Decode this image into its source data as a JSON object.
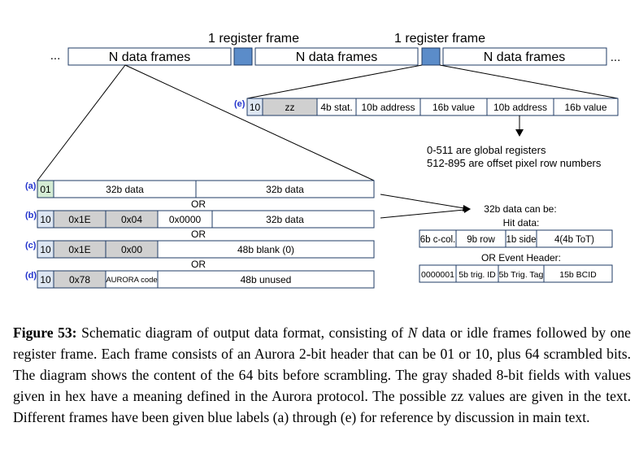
{
  "top": {
    "register_label_1": "1 register frame",
    "register_label_2": "1 register frame",
    "ellipsis_left": "...",
    "ellipsis_right": "...",
    "data_frames_1": "N data frames",
    "data_frames_2": "N data frames",
    "data_frames_3": "N data frames"
  },
  "frame_e": {
    "tag": "(e)",
    "cells": [
      "10",
      "zz",
      "4b stat.",
      "10b address",
      "16b value",
      "10b address",
      "16b value"
    ]
  },
  "register_note": {
    "line1": "0-511 are global registers",
    "line2": "512-895 are offset pixel row numbers"
  },
  "frame_a": {
    "tag": "(a)",
    "cells": [
      "01",
      "32b data",
      "32b data"
    ]
  },
  "or_labels": [
    "OR",
    "OR",
    "OR"
  ],
  "frame_b": {
    "tag": "(b)",
    "cells": [
      "10",
      "0x1E",
      "0x04",
      "0x0000",
      "32b data"
    ]
  },
  "frame_c": {
    "tag": "(c)",
    "cells": [
      "10",
      "0x1E",
      "0x00",
      "48b blank (0)"
    ]
  },
  "frame_d": {
    "tag": "(d)",
    "cells": [
      "10",
      "0x78",
      "AURORA code",
      "48b unused"
    ]
  },
  "data_can_be": {
    "title": "32b data can be:",
    "hit_label": "Hit data:",
    "hit_cells": [
      "6b c-col.",
      "9b row",
      "1b side",
      "4(4b ToT)"
    ],
    "event_label": "OR Event Header:",
    "event_cells": [
      "0000001",
      "5b trig. ID",
      "5b Trig. Tag",
      "15b BCID"
    ]
  },
  "caption": {
    "figure_label": "Figure 53:",
    "text_before_n": " Schematic diagram of output data format, consisting of ",
    "n_italic": "N",
    "text_after_n": " data or idle frames followed by one register frame. Each frame consists of an Aurora 2-bit header that can be 01 or 10, plus 64 scrambled bits. The diagram shows the content of the 64 bits before scrambling. The gray shaded 8-bit fields with values given in hex have a meaning defined in the Aurora protocol. The possible zz values are given in the text. Different frames have been given blue labels (a) through (e) for reference by discussion in main text."
  }
}
